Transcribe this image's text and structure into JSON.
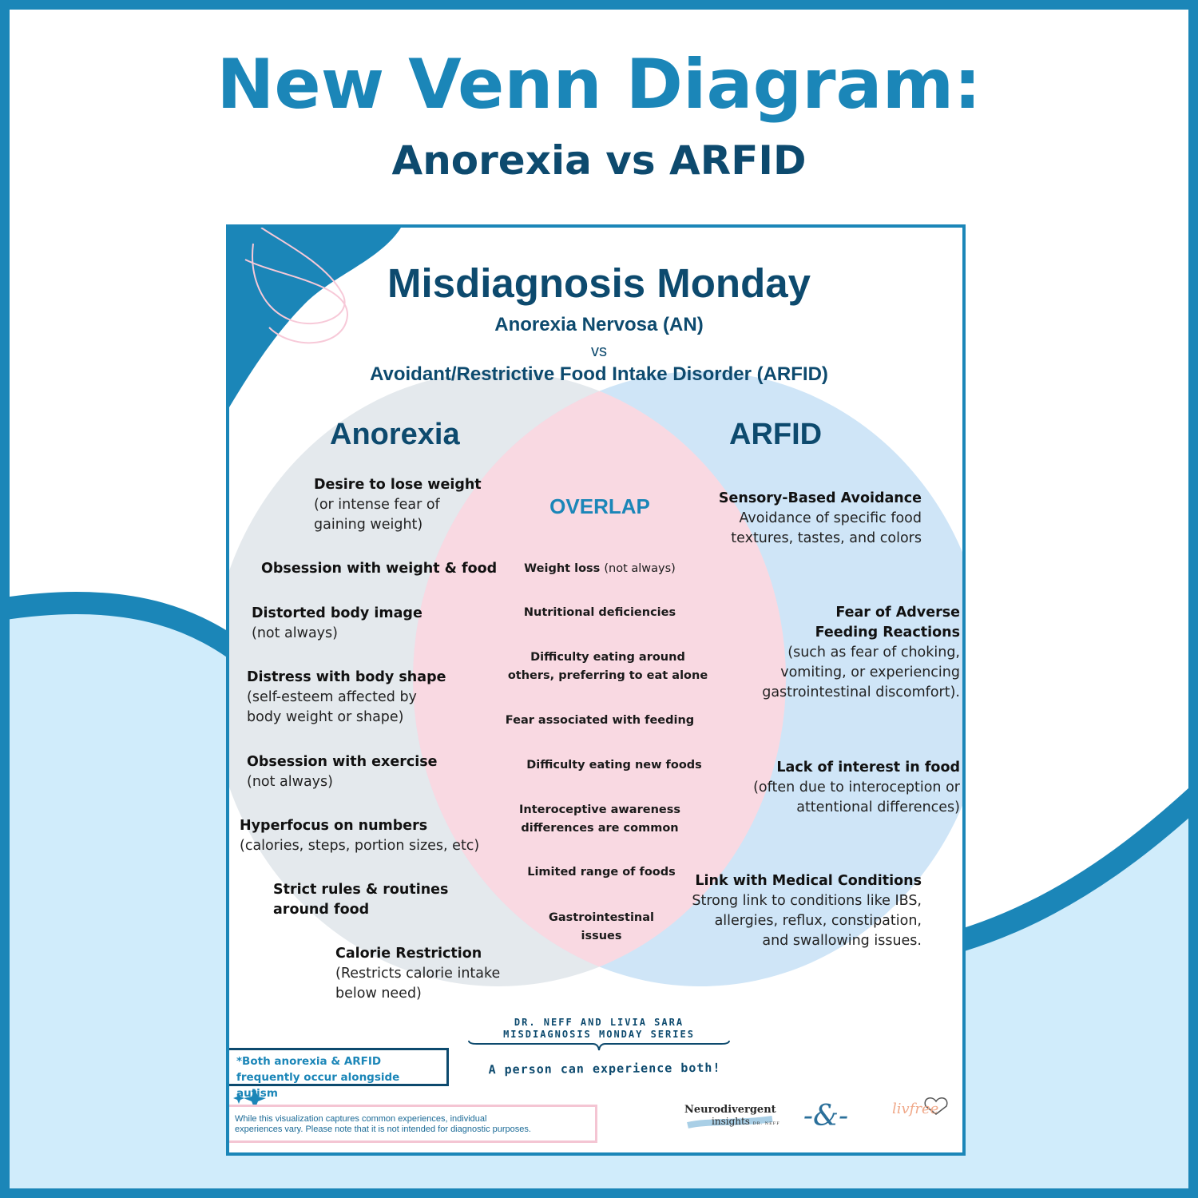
{
  "header": {
    "title": "New Venn Diagram:",
    "subtitle": "Anorexia vs ARFID"
  },
  "card": {
    "title": "Misdiagnosis Monday",
    "condition_a": "Anorexia Nervosa (AN)",
    "vs": "vs",
    "condition_b": "Avoidant/Restrictive Food Intake Disorder (ARFID)"
  },
  "venn": {
    "left_label": "Anorexia",
    "right_label": "ARFID",
    "overlap_label": "OVERLAP",
    "left_items": [
      {
        "title": "Desire to lose weight",
        "lines": [
          "(or intense fear of",
          "gaining weight)"
        ]
      },
      {
        "title": "Obsession with weight & food",
        "lines": []
      },
      {
        "title": "Distorted body image",
        "lines": [
          "(not always)"
        ]
      },
      {
        "title": "Distress with body shape",
        "lines": [
          "(self-esteem affected by",
          "body weight or shape)"
        ]
      },
      {
        "title": "Obsession with exercise",
        "lines": [
          "(not always)"
        ]
      },
      {
        "title": "Hyperfocus on numbers",
        "lines": [
          "(calories, steps, portion sizes, etc)"
        ]
      },
      {
        "title": "Strict rules & routines",
        "lines": [
          "around food"
        ]
      },
      {
        "title": "Calorie Restriction",
        "lines": [
          "(Restricts calorie intake",
          "below need)"
        ]
      }
    ],
    "overlap_items": [
      {
        "text": "Weight loss",
        "note": "(not always)"
      },
      {
        "text": "Nutritional deficiencies"
      },
      {
        "text": "Difficulty eating around",
        "text2": "others, preferring to eat alone"
      },
      {
        "text": "Fear associated with feeding"
      },
      {
        "text": "Difficulty eating new foods"
      },
      {
        "text": "Interoceptive awareness",
        "text2": "differences are common"
      },
      {
        "text": "Limited range of foods"
      },
      {
        "text": "Gastrointestinal",
        "text2": "issues"
      }
    ],
    "right_items": [
      {
        "title": "Sensory-Based Avoidance",
        "lines": [
          "Avoidance of specific food",
          "textures, tastes, and colors"
        ]
      },
      {
        "title": "Fear of Adverse",
        "title2": "Feeding Reactions",
        "lines": [
          "(such as fear of choking,",
          "vomiting, or experiencing",
          "gastrointestinal discomfort)."
        ]
      },
      {
        "title": "Lack of interest in food",
        "lines": [
          "(often due to interoception or",
          "attentional differences)"
        ]
      },
      {
        "title": "Link with Medical Conditions",
        "lines": [
          "Strong link to conditions like IBS,",
          "allergies, reflux, constipation,",
          "and swallowing issues."
        ]
      }
    ]
  },
  "footer": {
    "series_line1": "DR. NEFF AND LIVIA SARA",
    "series_line2": "MISDIAGNOSIS MONDAY SERIES",
    "both_note": "A person can experience both!",
    "autism_note_line1": "*Both anorexia & ARFID",
    "autism_note_line2": "frequently occur alongside autism",
    "disclaimer_line1": "While this visualization captures common experiences, individual",
    "disclaimer_line2": "experiences vary. Please note that it is not intended for diagnostic purposes.",
    "logo_nd_line1": "Neurodivergent",
    "logo_nd_line2": "insights",
    "logo_nd_line3": "DR. NEFF",
    "logo_amp": "-&-",
    "logo_livfree": "livfree"
  },
  "colors": {
    "brand_blue": "#1b86b8",
    "navy": "#0d4a6e",
    "light_blue_bg": "#d0ecfb",
    "left_circle": "#e4e9ed",
    "right_circle": "#cfe5f7",
    "overlap": "#f9d9e2"
  }
}
